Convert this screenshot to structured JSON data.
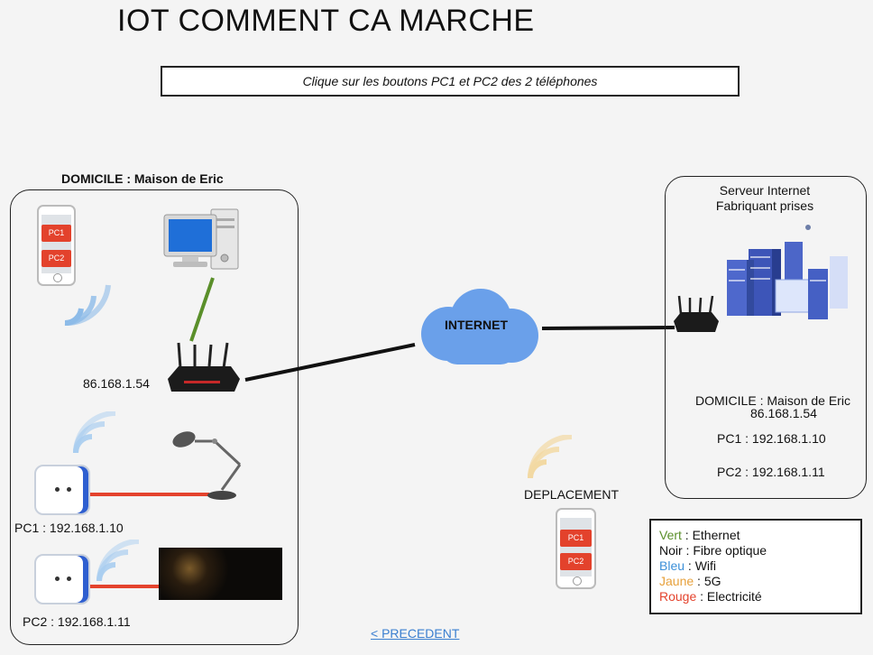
{
  "header": {
    "title": "IOT COMMENT CA MARCHE"
  },
  "instruction": "Clique sur les boutons PC1 et PC2 des 2 téléphones",
  "home": {
    "title": "DOMICILE  : Maison de Eric",
    "router_ip": "86.168.1.54",
    "phone": {
      "btn1": "PC1",
      "btn2": "PC2"
    },
    "pc1_label": "PC1 : 192.168.1.10",
    "pc2_label": "PC2 : 192.168.1.11"
  },
  "cloud": {
    "label": "INTERNET"
  },
  "server": {
    "title_line1": "Serveur Internet",
    "title_line2": "Fabriquant prises",
    "home_line": "DOMICILE  : Maison de Eric",
    "ip": "86.168.1.54",
    "pc1": "PC1 : 192.168.1.10",
    "pc2": "PC2 : 192.168.1.11"
  },
  "mobile": {
    "label": "DEPLACEMENT",
    "btn1": "PC1",
    "btn2": "PC2"
  },
  "legend": [
    {
      "color_name": "Vert",
      "desc": " : Ethernet",
      "color": "#5a8f2a"
    },
    {
      "color_name": "Noir",
      "desc": " : Fibre optique",
      "color": "#111111"
    },
    {
      "color_name": "Bleu",
      "desc": " : Wifi",
      "color": "#3b8fd8"
    },
    {
      "color_name": "Jaune",
      "desc": " : 5G",
      "color": "#e7a13c"
    },
    {
      "color_name": "Rouge",
      "desc": " : Electricité",
      "color": "#e4432d"
    }
  ],
  "nav": {
    "previous": "< PRECEDENT"
  },
  "icons": [
    "smartphone-icon",
    "desktop-pc-icon",
    "router-icon",
    "wifi-icon",
    "smart-plug-icon",
    "desk-lamp-icon",
    "cloud-icon",
    "server-farm-icon"
  ]
}
